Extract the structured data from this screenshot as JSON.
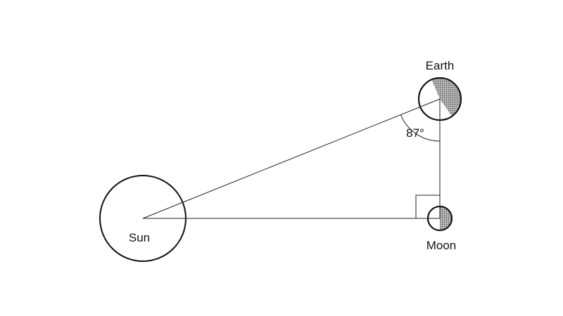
{
  "labels": {
    "sun": "Sun",
    "earth": "Earth",
    "moon": "Moon",
    "angle": "87°"
  },
  "colors": {
    "line": "#222222",
    "shade": "#9a9a9a"
  }
}
